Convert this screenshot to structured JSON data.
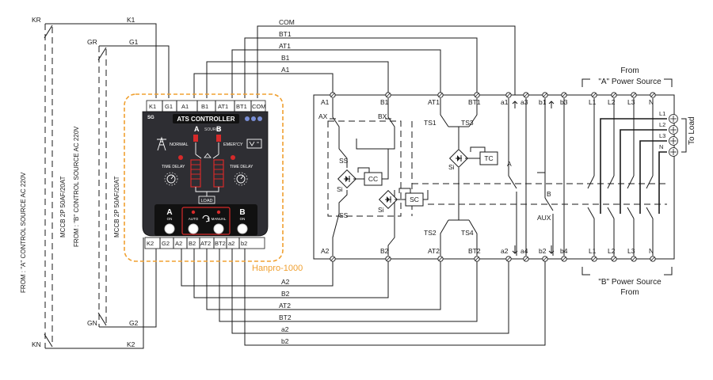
{
  "left_labels": {
    "kr": "KR",
    "gr": "GR",
    "gn": "GN",
    "kn": "KN",
    "k1": "K1",
    "g1": "G1",
    "g2": "G2",
    "k2": "K2",
    "source_a": "FROM : \"A\" CONTROL SOURCE AC 220V",
    "mccb_a": "MCCB 2P 50AF/20AT",
    "source_b": "FROM : \"B\" CONTROL SOURCE AC 220V",
    "mccb_b": "MCCB 2P 50AF/20AT"
  },
  "top_wires": [
    "COM",
    "BT1",
    "AT1",
    "B1",
    "A1"
  ],
  "bottom_wires": [
    "A2",
    "B2",
    "AT2",
    "BT2",
    "a2",
    "b2"
  ],
  "controller": {
    "top_terminals": [
      "K1",
      "G1",
      "A1",
      "B1",
      "AT1",
      "BT1",
      "COM"
    ],
    "bottom_terminals": [
      "K2",
      "G2",
      "A2",
      "B2",
      "AT2",
      "BT2",
      "a2",
      "b2"
    ],
    "brand": "SG",
    "title": "ATS CONTROLLER",
    "source_text": "SOURCE",
    "a": "A",
    "b": "B",
    "normal": "NORMAL",
    "emergency": "EMER'CY",
    "time_delay_l": "TIME DELAY",
    "time_delay_r": "TIME DELAY",
    "load": "LOAD",
    "btn_a": "A",
    "btn_a_sub": "ON",
    "btn_b": "B",
    "btn_b_sub": "ON",
    "auto": "AUTO",
    "manual": "MANUAL",
    "model": "Hanpro-1000"
  },
  "panel": {
    "top_terms": [
      "A1",
      "B1",
      "AT1",
      "BT1",
      "a1",
      "a3",
      "b1",
      "b3"
    ],
    "bot_terms": [
      "A2",
      "B2",
      "AT2",
      "BT2",
      "a2",
      "a4",
      "b2",
      "b4"
    ],
    "ax": "AX",
    "bx": "BX",
    "ss1": "SS",
    "ss2": "SS",
    "si1": "Si",
    "si2": "Si",
    "si3": "Si",
    "cc": "CC",
    "sc": "SC",
    "tc": "TC",
    "ts1": "TS1",
    "ts2": "TS2",
    "ts3": "TS3",
    "ts4": "TS4",
    "contact_a": "A",
    "contact_b": "B",
    "aux": "AUX",
    "l_top": [
      "L1",
      "L2",
      "L3",
      "N"
    ],
    "l_bot": [
      "L1",
      "L2",
      "L3",
      "N"
    ]
  },
  "right_labels": {
    "from_a_1": "From",
    "from_a_2": "\"A\" Power Source",
    "from_b_1": "From",
    "from_b_2": "\"B\" Power Source",
    "load_terms": [
      "L1",
      "L2",
      "L3",
      "N"
    ],
    "to_load": "To Load"
  },
  "colors": {
    "controller_body": "#2e2e33",
    "orange": "#f0a030",
    "red": "#d62a2a"
  }
}
